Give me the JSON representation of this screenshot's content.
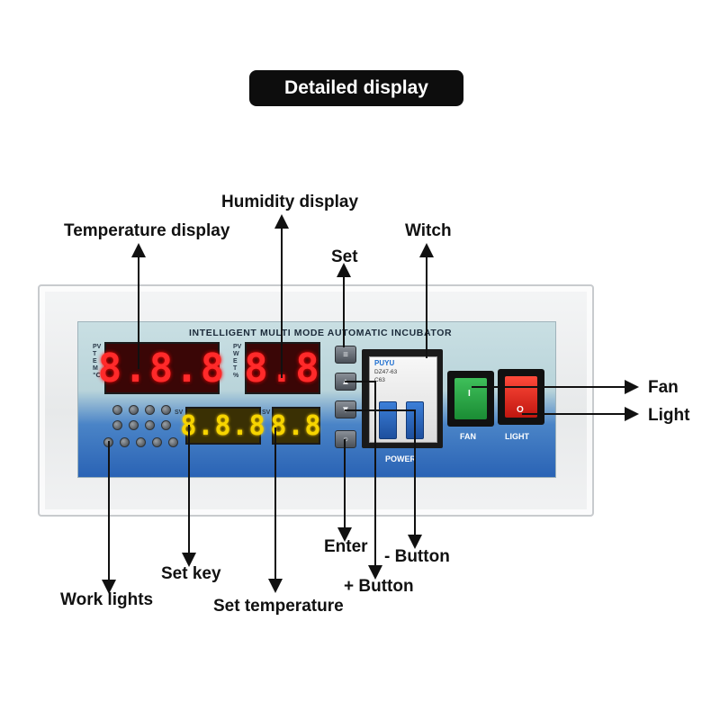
{
  "header": {
    "title": "Detailed display"
  },
  "callouts": {
    "humidity_display": "Humidity display",
    "temperature_display": "Temperature display",
    "set": "Set",
    "witch": "Witch",
    "fan": "Fan",
    "light": "Light",
    "enter": "Enter",
    "minus_button": "- Button",
    "plus_button": "+ Button",
    "set_key": "Set key",
    "work_lights": "Work lights",
    "set_temperature": "Set temperature"
  },
  "device": {
    "faceplate_title": "INTELLIGENT MULTI MODE AUTOMATIC INCUBATOR",
    "temp_display": "8.8.8",
    "humidity_display": "8.8",
    "set_temp_display": "8.8.8",
    "set_humidity_display": "8.8",
    "pv_temp_label": "PV\nT\nE\nM\n℃",
    "pv_wet_label": "PV\nW\nE\nT\n%",
    "sv_label_left": "SV",
    "sv_label_right": "SV",
    "breaker_brand": "PUYU",
    "breaker_model": "DZ47-63",
    "breaker_rating": "C63",
    "power_label": "POWER",
    "fan_label": "FAN",
    "light_label": "LIGHT",
    "fan_mark": "I",
    "light_mark": "O"
  },
  "colors": {
    "pill_bg": "#0d0d0d",
    "red_display": "#ff2a2a",
    "yellow_display": "#f6d400",
    "fan_switch": "#1a8c34",
    "light_switch": "#c0160f",
    "panel_blue": "#2a63b5"
  }
}
